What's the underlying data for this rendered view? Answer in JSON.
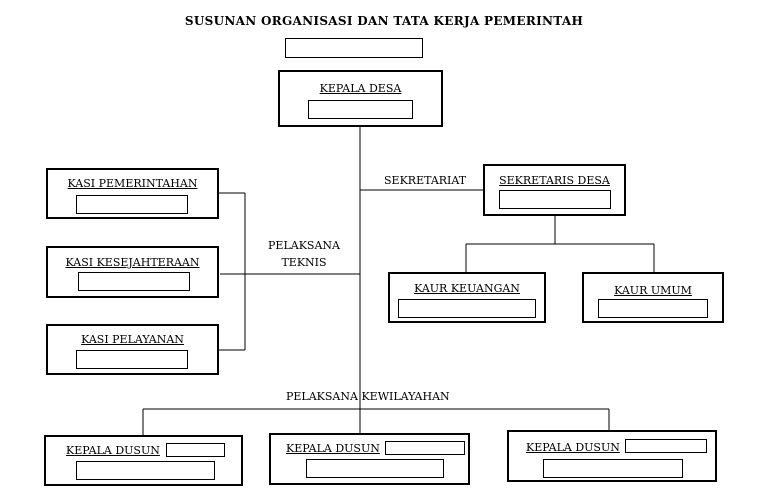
{
  "title": "SUSUNAN ORGANISASI DAN TATA KERJA PEMERINTAH",
  "boxes": {
    "kepala_desa": "KEPALA DESA",
    "sekretaris_desa": "SEKRETARIS DESA",
    "kasi_pemerintahan": "KASI PEMERINTAHAN",
    "kasi_kesejahteraan": "KASI KESEJAHTERAAN",
    "kasi_pelayanan": "KASI PELAYANAN",
    "kaur_keuangan": "KAUR KEUANGAN",
    "kaur_umum": "KAUR UMUM",
    "kepala_dusun_1": "KEPALA DUSUN",
    "kepala_dusun_2": "KEPALA DUSUN",
    "kepala_dusun_3": "KEPALA DUSUN"
  },
  "connector_labels": {
    "sekretariat": "SEKRETARIAT",
    "pelaksana_teknis_1": "PELAKSANA",
    "pelaksana_teknis_2": "TEKNIS",
    "pelaksana_kewilayahan": "PELAKSANA KEWILAYAHAN"
  }
}
